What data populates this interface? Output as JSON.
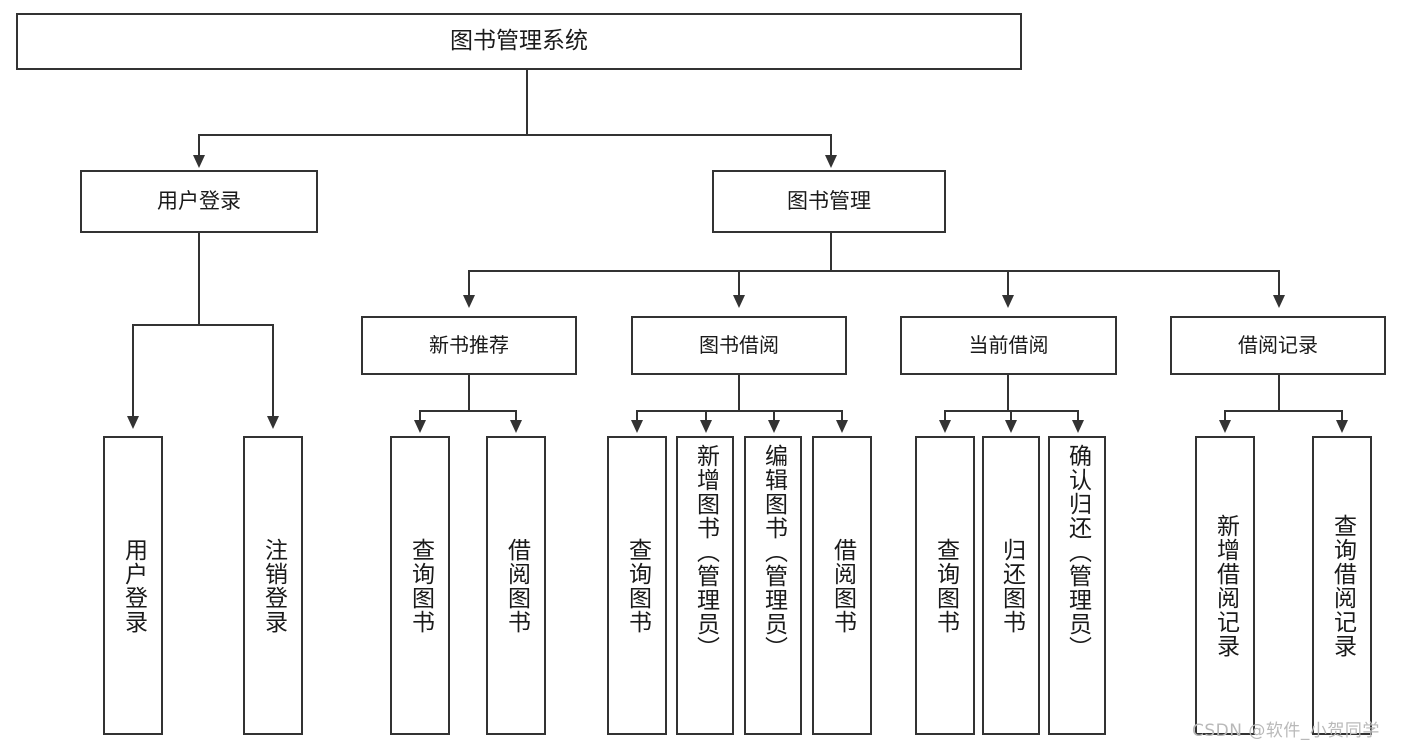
{
  "diagram": {
    "type": "tree-hierarchy-chart",
    "title": "图书管理系统",
    "root": {
      "label": "图书管理系统"
    },
    "level2": [
      {
        "label": "用户登录"
      },
      {
        "label": "图书管理"
      }
    ],
    "level3": [
      {
        "label": "新书推荐"
      },
      {
        "label": "图书借阅"
      },
      {
        "label": "当前借阅"
      },
      {
        "label": "借阅记录"
      }
    ],
    "leaves": {
      "user_login": [
        {
          "label": "用户登录"
        },
        {
          "label": "注销登录"
        }
      ],
      "new_book_recommend": [
        {
          "label": "查询图书"
        },
        {
          "label": "借阅图书"
        }
      ],
      "book_borrow": [
        {
          "label": "查询图书"
        },
        {
          "label": "新增图书（管理员）"
        },
        {
          "label": "编辑图书（管理员）"
        },
        {
          "label": "借阅图书"
        }
      ],
      "current_borrow": [
        {
          "label": "查询图书"
        },
        {
          "label": "归还图书"
        },
        {
          "label": "确认归还（管理员）"
        }
      ],
      "borrow_records": [
        {
          "label": "新增借阅记录"
        },
        {
          "label": "查询借阅记录"
        }
      ]
    }
  },
  "watermark": {
    "text": "CSDN @软件_小贺同学"
  },
  "colors": {
    "stroke": "#333333",
    "background": "#ffffff",
    "text": "#1a1a1a",
    "watermark": "#b9b9b9"
  }
}
